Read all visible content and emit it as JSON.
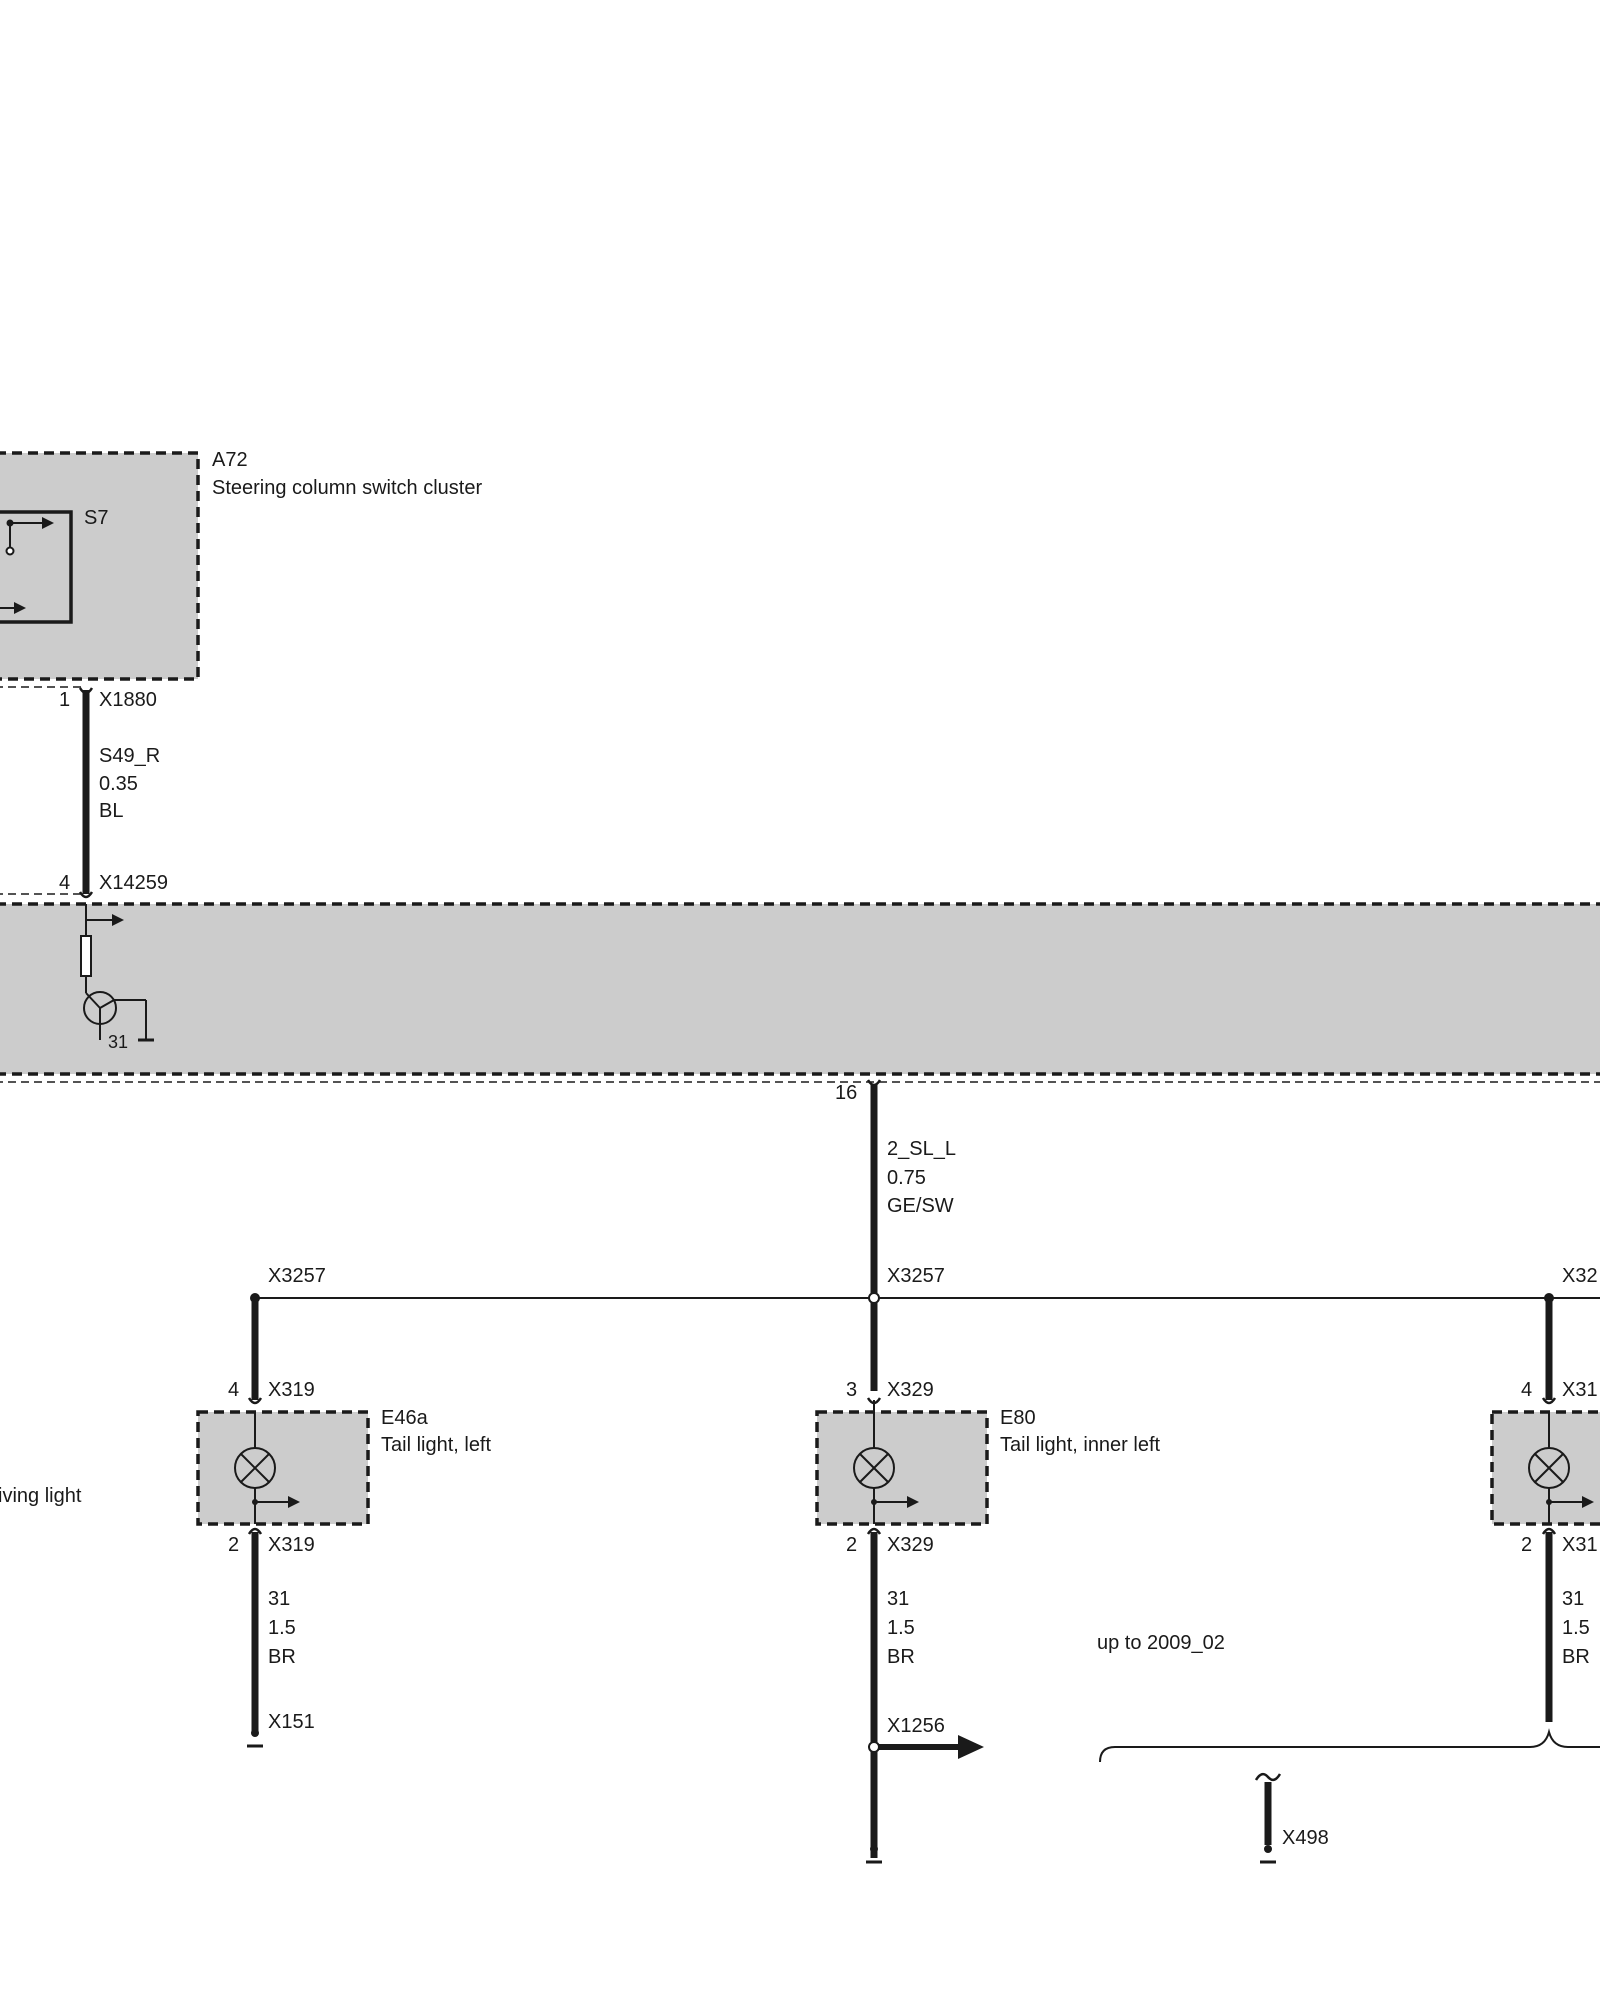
{
  "colors": {
    "module_fill": "#cccccc",
    "ink": "#1a1a1a",
    "background": "#ffffff"
  },
  "module_a72": {
    "id": "A72",
    "name": "Steering column switch cluster",
    "switch_id": "S7"
  },
  "wire_s49": {
    "top_pin": "1",
    "top_connector": "X1880",
    "signal": "S49_R",
    "size": "0.35",
    "color": "BL",
    "bottom_pin": "4",
    "bottom_connector": "X14259"
  },
  "module_main": {
    "ground_label": "31"
  },
  "wire_sl": {
    "pin": "16",
    "signal": "2_SL_L",
    "size": "0.75",
    "color": "GE/SW",
    "splice_center": "X3257",
    "splice_left": "X3257",
    "splice_right_partial": "X32"
  },
  "tail_left": {
    "id": "E46a",
    "name": "Tail light, left",
    "top_pin": "4",
    "top_connector": "X319",
    "bottom_pin": "2",
    "bottom_connector": "X319",
    "wire_signal": "31",
    "wire_size": "1.5",
    "wire_color": "BR",
    "ground_connector": "X151"
  },
  "tail_inner": {
    "id": "E80",
    "name": "Tail light, inner left",
    "top_pin": "3",
    "top_connector": "X329",
    "bottom_pin": "2",
    "bottom_connector": "X329",
    "wire_signal": "31",
    "wire_size": "1.5",
    "wire_color": "BR",
    "ground_connector": "X1256"
  },
  "tail_right_partial": {
    "top_pin": "4",
    "top_connector": "X31",
    "bottom_pin": "2",
    "bottom_connector": "X31",
    "wire_signal": "31",
    "wire_size": "1.5",
    "wire_color": "BR"
  },
  "variant_note": "up to 2009_02",
  "ground_x498": "X498",
  "left_cut_label": "iving light"
}
